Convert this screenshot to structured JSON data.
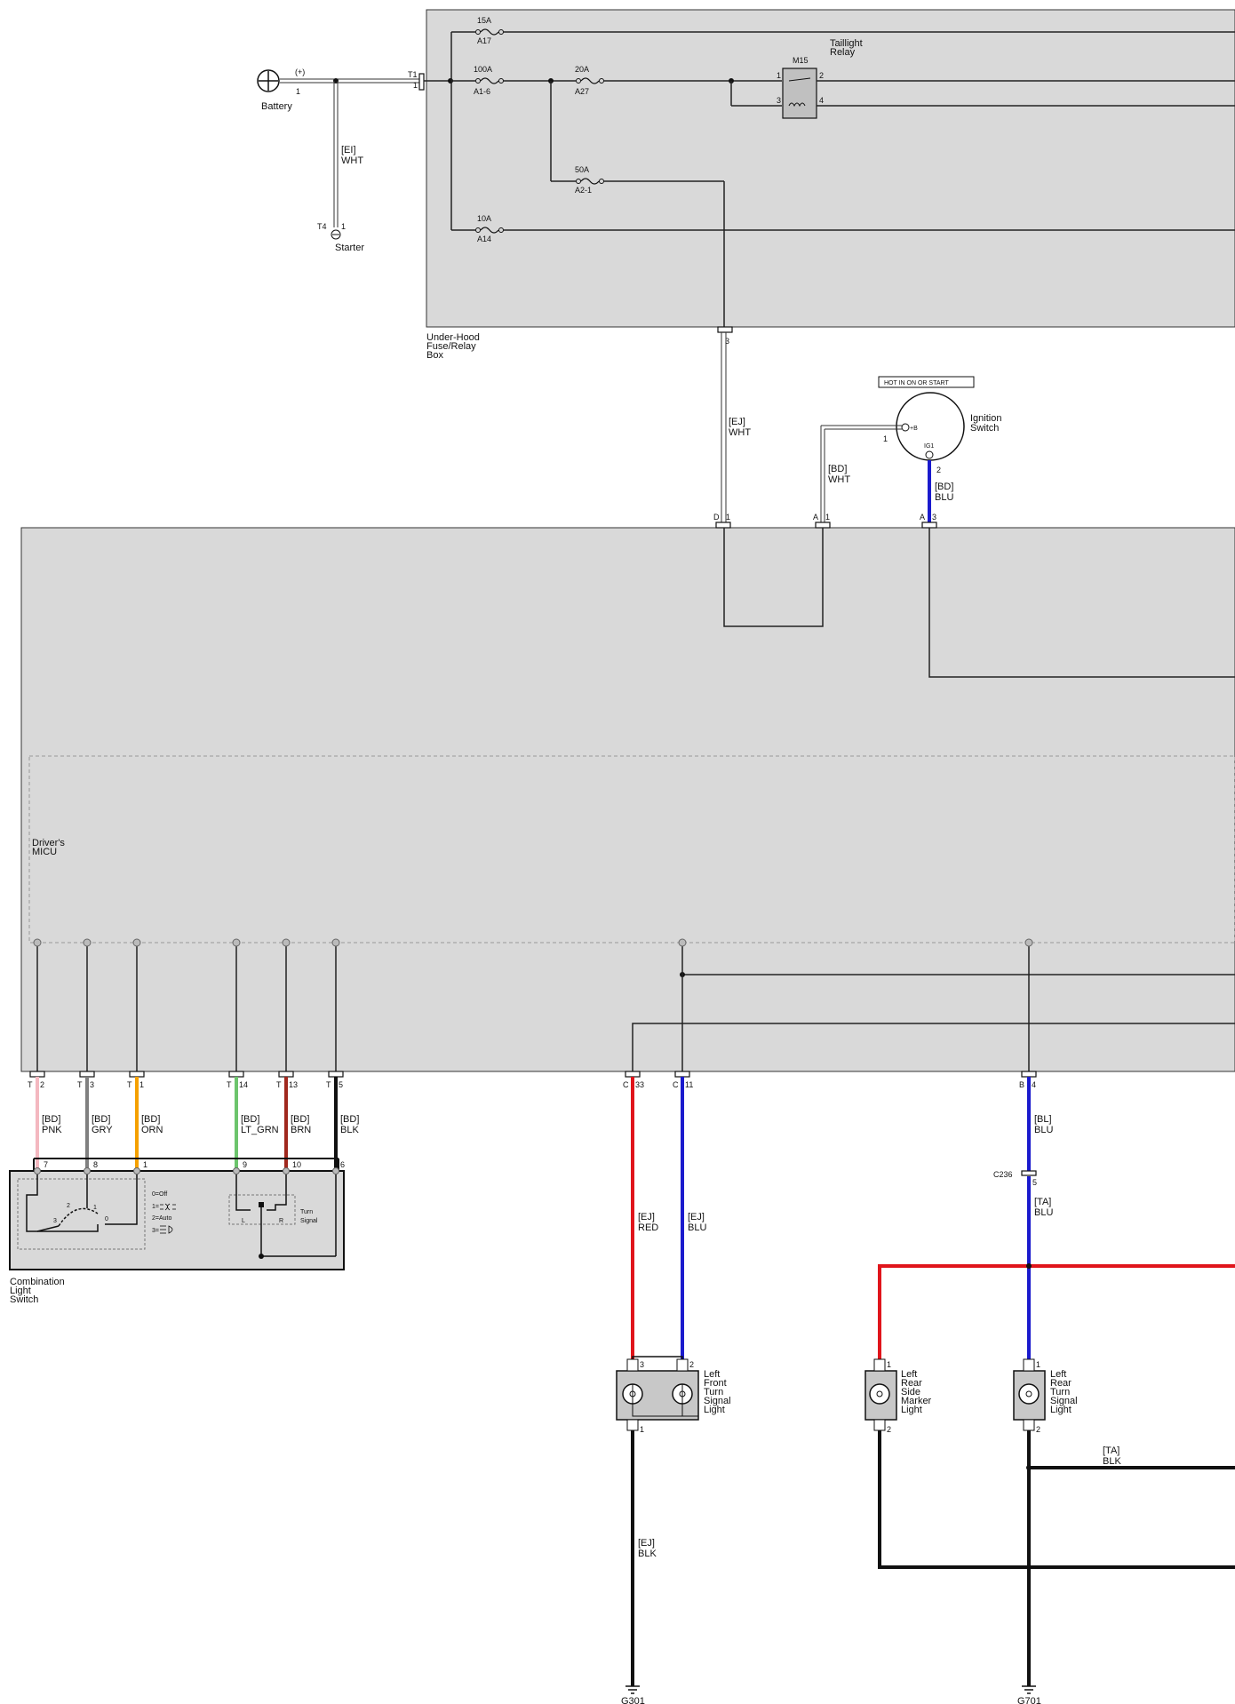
{
  "battery": {
    "label": "Battery",
    "pin": "1",
    "polarity": "(+)"
  },
  "starter": {
    "label": "Starter",
    "conn": "T4",
    "pin": "1",
    "wire_code": "[EI]",
    "wire_color": "WHT"
  },
  "underhood": {
    "label_1": "Under-Hood",
    "label_2": "Fuse/Relay",
    "label_3": "Box",
    "t1": "T1",
    "t1_pin": "1",
    "out_pin": "3",
    "fuses": [
      {
        "rating": "15A",
        "id": "A17"
      },
      {
        "rating": "100A",
        "id": "A1-6"
      },
      {
        "rating": "20A",
        "id": "A27"
      },
      {
        "rating": "50A",
        "id": "A2-1"
      },
      {
        "rating": "10A",
        "id": "A14"
      }
    ],
    "relay": {
      "id": "M15",
      "name_1": "Taillight",
      "name_2": "Relay",
      "p1": "1",
      "p2": "2",
      "p3": "3",
      "p4": "4"
    }
  },
  "ignition": {
    "hot": "HOT IN ON OR START",
    "name_1": "Ignition",
    "name_2": "Switch",
    "plusb": "+B",
    "ig1": "IG1",
    "pin1": "1",
    "pin2": "2"
  },
  "wires": {
    "ej_wht": {
      "code": "[EJ]",
      "color": "WHT"
    },
    "bd_wht": {
      "code": "[BD]",
      "color": "WHT"
    },
    "bd_blu": {
      "code": "[BD]",
      "color": "BLU"
    },
    "t_wires": [
      {
        "code": "[BD]",
        "color": "PNK"
      },
      {
        "code": "[BD]",
        "color": "GRY"
      },
      {
        "code": "[BD]",
        "color": "ORN"
      },
      {
        "code": "[BD]",
        "color": "LT_GRN"
      },
      {
        "code": "[BD]",
        "color": "BRN"
      },
      {
        "code": "[BD]",
        "color": "BLK"
      }
    ],
    "ej_red": {
      "code": "[EJ]",
      "color": "RED"
    },
    "ej_blu": {
      "code": "[EJ]",
      "color": "BLU"
    },
    "bl_blu": {
      "code": "[BL]",
      "color": "BLU"
    },
    "ta_blu": {
      "code": "[TA]",
      "color": "BLU"
    },
    "ta_blk": {
      "code": "[TA]",
      "color": "BLK"
    },
    "ej_blk": {
      "code": "[EJ]",
      "color": "BLK"
    }
  },
  "micu": {
    "name_1": "Driver's",
    "name_2": "MICU",
    "top_connectors": [
      {
        "letter": "D",
        "pin": "1"
      },
      {
        "letter": "A",
        "pin": "1"
      },
      {
        "letter": "A",
        "pin": "3"
      }
    ],
    "bottom_connectors": [
      {
        "letter": "T",
        "pin": "2"
      },
      {
        "letter": "T",
        "pin": "3"
      },
      {
        "letter": "T",
        "pin": "1"
      },
      {
        "letter": "T",
        "pin": "14"
      },
      {
        "letter": "T",
        "pin": "13"
      },
      {
        "letter": "T",
        "pin": "5"
      },
      {
        "letter": "C",
        "pin": "33"
      },
      {
        "letter": "C",
        "pin": "11"
      },
      {
        "letter": "B",
        "pin": "4"
      }
    ]
  },
  "combo_switch": {
    "name_1": "Combination",
    "name_2": "Light",
    "name_3": "Switch",
    "pins": [
      "7",
      "8",
      "1",
      "9",
      "10",
      "6"
    ],
    "positions": [
      "3",
      "2",
      "1",
      "0"
    ],
    "legend_0": "0=Off",
    "legend_1": "1=",
    "legend_2": "2=Auto",
    "legend_3": "3=",
    "turn_1": "Turn",
    "turn_2": "Signal",
    "l": "L",
    "r": "R"
  },
  "c236": {
    "id": "C236",
    "pin": "5"
  },
  "lights": {
    "front_turn": {
      "lines": [
        "Left",
        "Front",
        "Turn",
        "Signal",
        "Light"
      ],
      "pin_a": "3",
      "pin_b": "2",
      "pin_g": "1"
    },
    "side_marker": {
      "lines": [
        "Left",
        "Rear",
        "Side",
        "Marker",
        "Light"
      ],
      "pin_a": "1",
      "pin_g": "2"
    },
    "rear_turn": {
      "lines": [
        "Left",
        "Rear",
        "Turn",
        "Signal",
        "Light"
      ],
      "pin_a": "1",
      "pin_g": "2"
    }
  },
  "grounds": {
    "g301": "G301",
    "g701": "G701"
  },
  "colors": {
    "red": "#e0151b",
    "blue": "#1a1acd",
    "pnk": "#f4b8c0",
    "gry": "#808080",
    "orn": "#f5a000",
    "ltgrn": "#6cc46c",
    "brn": "#a0281e",
    "box": "#d9d9d9"
  }
}
